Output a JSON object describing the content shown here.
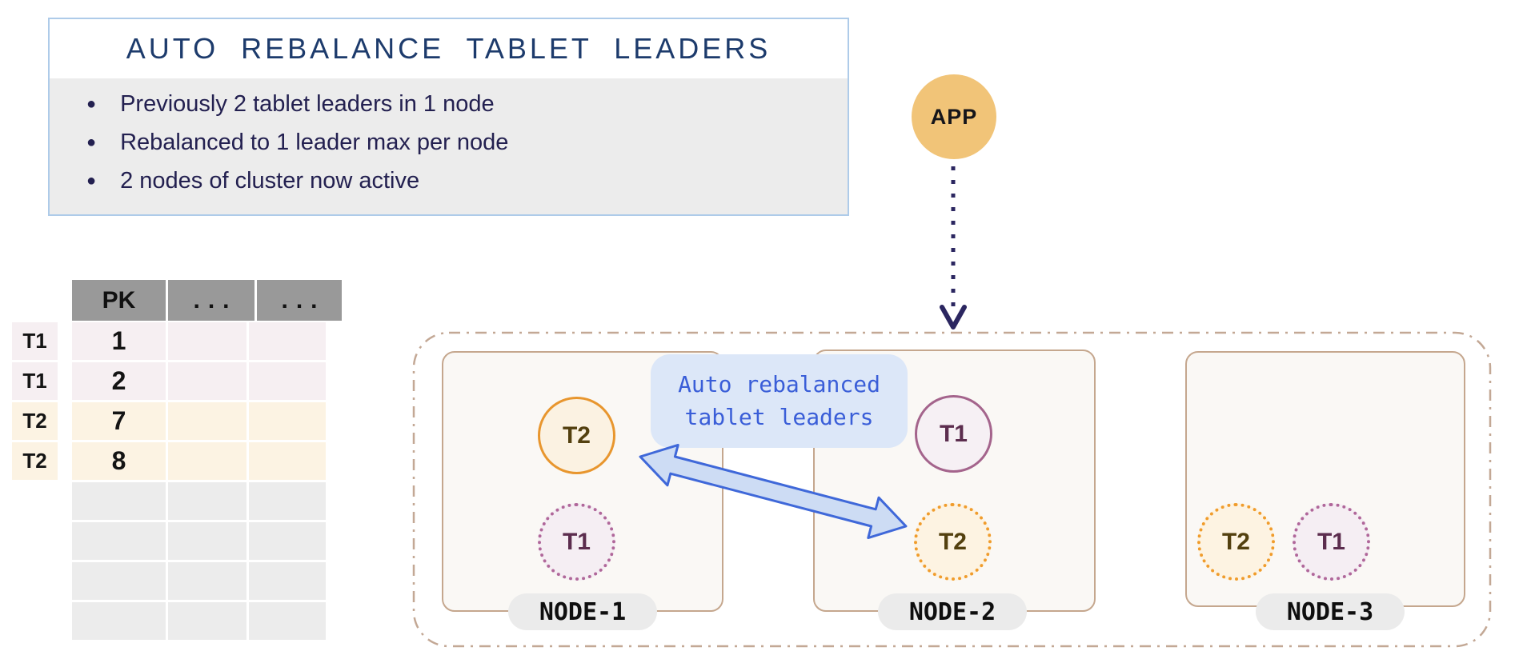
{
  "info_box": {
    "title": "AUTO REBALANCE TABLET LEADERS",
    "bullets": [
      "Previously 2 tablet leaders in 1 node",
      "Rebalanced to 1 leader max per node",
      "2 nodes of cluster now active"
    ]
  },
  "app": {
    "label": "APP"
  },
  "table": {
    "headers": [
      "PK",
      "...",
      "..."
    ],
    "rows": [
      {
        "tablet": "T1",
        "pk": "1"
      },
      {
        "tablet": "T1",
        "pk": "2"
      },
      {
        "tablet": "T2",
        "pk": "7"
      },
      {
        "tablet": "T2",
        "pk": "8"
      },
      {
        "tablet": "",
        "pk": ""
      },
      {
        "tablet": "",
        "pk": ""
      },
      {
        "tablet": "",
        "pk": ""
      },
      {
        "tablet": "",
        "pk": ""
      }
    ]
  },
  "cluster": {
    "callout": {
      "line1": "Auto rebalanced",
      "line2": "tablet leaders"
    },
    "nodes": [
      {
        "name": "NODE-1",
        "tablets": [
          {
            "label": "T2",
            "role": "leader",
            "color": "orange"
          },
          {
            "label": "T1",
            "role": "follower",
            "color": "purple"
          }
        ]
      },
      {
        "name": "NODE-2",
        "tablets": [
          {
            "label": "T1",
            "role": "leader",
            "color": "purple"
          },
          {
            "label": "T2",
            "role": "follower",
            "color": "orange"
          }
        ]
      },
      {
        "name": "NODE-3",
        "tablets": [
          {
            "label": "T2",
            "role": "follower",
            "color": "orange"
          },
          {
            "label": "T1",
            "role": "follower",
            "color": "purple"
          }
        ]
      }
    ]
  },
  "colors": {
    "accent_blue": "#3a5ed8",
    "arrow_blue_fill": "#cddcf4",
    "navy": "#232050",
    "orange": "#e8962e",
    "purple": "#a4648c",
    "cluster_border_tan": "#c3a895",
    "app_fill": "#f1c478",
    "header_gray": "#999999"
  }
}
